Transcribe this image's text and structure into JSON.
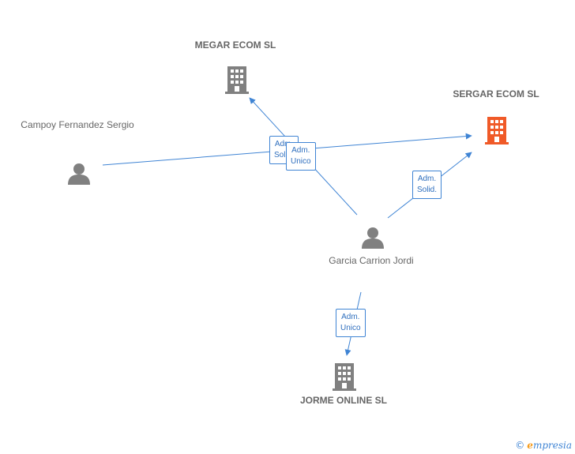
{
  "nodes": {
    "megar": {
      "lines": [
        "MEGAR",
        "ECOM  SL"
      ],
      "type": "company"
    },
    "sergar": {
      "lines": [
        "SERGAR",
        "ECOM  SL"
      ],
      "type": "company-focus"
    },
    "jorme": {
      "lines": [
        "JORME",
        "ONLINE  SL"
      ],
      "type": "company"
    },
    "campoy": {
      "lines": [
        "Campoy",
        "Fernandez",
        "Sergio"
      ],
      "type": "person"
    },
    "garcia": {
      "lines": [
        "Garcia",
        "Carrion",
        "Jordi"
      ],
      "type": "person"
    }
  },
  "edges": {
    "campoy_sergar": {
      "lines": [
        "Adm.",
        "Solid."
      ]
    },
    "garcia_megar": {
      "lines": [
        "Adm.",
        "Unico"
      ]
    },
    "garcia_sergar": {
      "lines": [
        "Adm.",
        "Solid."
      ]
    },
    "garcia_jorme": {
      "lines": [
        "Adm.",
        "Unico"
      ]
    }
  },
  "colors": {
    "edge": "#3f84d4",
    "company": "#808080",
    "company_focus": "#f05a28",
    "person": "#808080"
  },
  "footer": {
    "copyright": "©",
    "brand_initial": "e",
    "brand_rest": "mpresia"
  }
}
